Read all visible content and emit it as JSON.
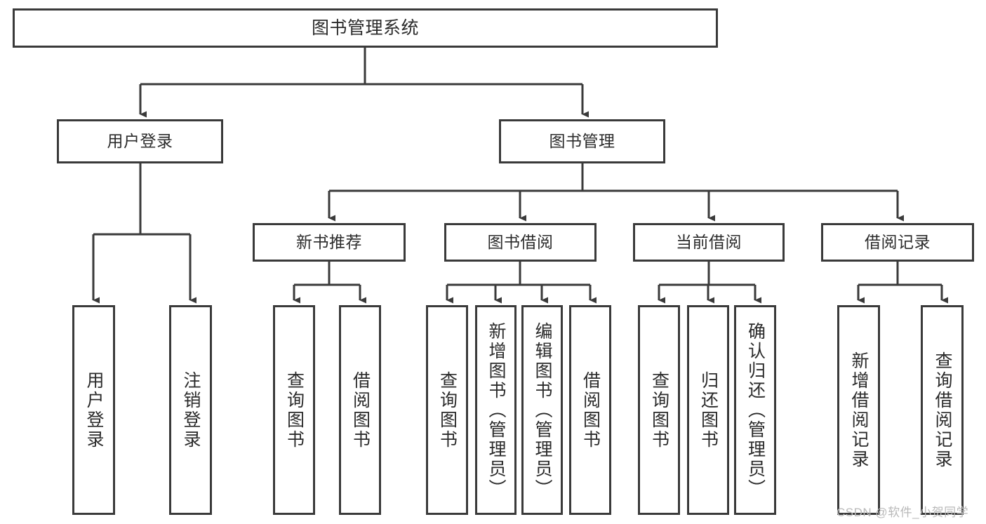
{
  "diagram": {
    "title": "图书管理系统",
    "type": "tree-hierarchy-flowchart",
    "root": {
      "label": "图书管理系统"
    },
    "level2": [
      {
        "label": "用户登录"
      },
      {
        "label": "图书管理"
      }
    ],
    "level3": [
      {
        "label": "新书推荐"
      },
      {
        "label": "图书借阅"
      },
      {
        "label": "当前借阅"
      },
      {
        "label": "借阅记录"
      }
    ],
    "leaves": {
      "user_login": [
        {
          "label": "用户登录"
        },
        {
          "label": "注销登录"
        }
      ],
      "new_book_recommend": [
        {
          "label": "查询图书"
        },
        {
          "label": "借阅图书"
        }
      ],
      "book_borrow": [
        {
          "label": "查询图书"
        },
        {
          "label": "新增图书（管理员）"
        },
        {
          "label": "编辑图书（管理员）"
        },
        {
          "label": "借阅图书"
        }
      ],
      "current_borrow": [
        {
          "label": "查询图书"
        },
        {
          "label": "归还图书"
        },
        {
          "label": "确认归还（管理员）"
        }
      ],
      "borrow_record": [
        {
          "label": "新增借阅记录"
        },
        {
          "label": "查询借阅记录"
        }
      ]
    }
  },
  "watermark": {
    "text": "CSDN @软件_小贺同学"
  },
  "colors": {
    "stroke": "#3a3a3a",
    "text": "#2b2b2b",
    "background": "#ffffff",
    "watermark": "#b9b9b9"
  }
}
